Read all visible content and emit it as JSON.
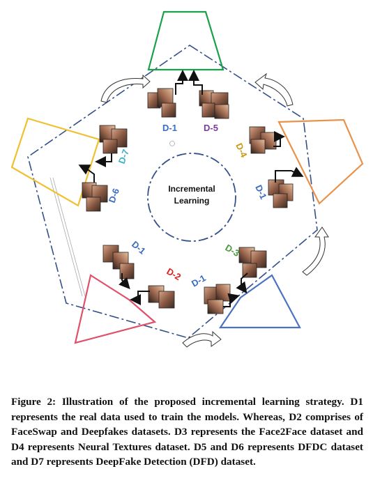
{
  "center": {
    "line1": "Incremental",
    "line2": "Learning"
  },
  "labels": {
    "top_left": "D-1",
    "top_right": "D-5",
    "right_upper": "D-4",
    "right_lower": "D-1",
    "bottom_right_upper": "D-3",
    "bottom_right_lower": "D-1",
    "bottom_mid": "D-2",
    "left_upper": "D-1",
    "left_lower": "D-6",
    "left_top": "D-7"
  },
  "colors": {
    "green": "#1aa04a",
    "orange": "#e8924a",
    "blue": "#4a72c0",
    "pink": "#e0506a",
    "yellow": "#f0c030",
    "path": "#34508a",
    "label_blue": "#3a6cc0",
    "label_purple": "#7a3aa0",
    "label_gold": "#c89a1a",
    "label_green": "#4a9a3a",
    "label_red": "#e02020",
    "label_cyan": "#3ab0c8"
  },
  "caption": "Figure 2: Illustration of the proposed incremental learning strategy. D1 represents the real data used to train the models. Whereas, D2 comprises of FaceSwap and Deepfakes datasets. D3 represents the Face2Face dataset and D4 represents Neural Textures dataset. D5 and D6 represents DFDC dataset and D7 represents DeepFake Detection (DFD) dataset."
}
